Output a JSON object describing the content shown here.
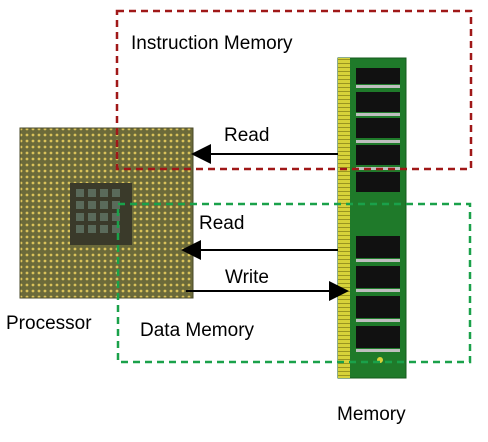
{
  "labels": {
    "instruction_memory": "Instruction Memory",
    "data_memory": "Data Memory",
    "processor": "Processor",
    "memory": "Memory",
    "read_instruction": "Read",
    "read_data": "Read",
    "write_data": "Write"
  },
  "colors": {
    "instruction_region": "#a01818",
    "data_region": "#1aa14a",
    "arrow": "#000000",
    "pcb": "#1f7a2a",
    "chip": "#111111",
    "contacts": "#d7d23a",
    "cpu_substrate": "#6b6a3a",
    "cpu_die": "#2e3a2e"
  },
  "icons": {
    "processor": "cpu-chip-icon",
    "memory": "ram-module-icon"
  }
}
